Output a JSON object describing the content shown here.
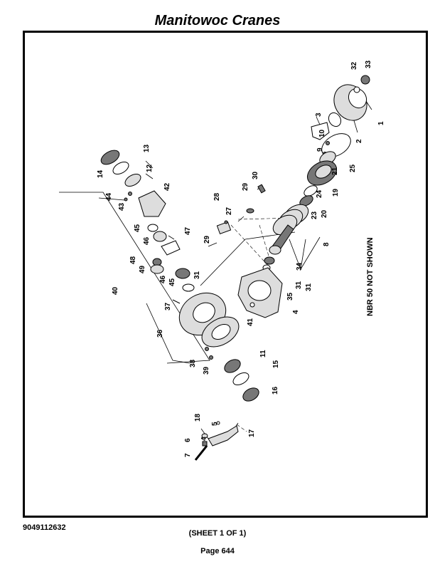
{
  "header": {
    "title": "Manitowoc Cranes"
  },
  "footer": {
    "doc_number": "9049112632",
    "sheet": "(SHEET 1 OF 1)",
    "page": "Page 644"
  },
  "diagram": {
    "note": "NBR  50  NOT SHOWN",
    "callouts": [
      "1",
      "2",
      "3",
      "4",
      "4",
      "5",
      "6",
      "7",
      "8",
      "9",
      "10",
      "11",
      "12",
      "13",
      "14",
      "15",
      "16",
      "17",
      "18",
      "19",
      "20",
      "21",
      "23",
      "24",
      "25",
      "27",
      "28",
      "29",
      "29",
      "30",
      "31",
      "31",
      "31",
      "32",
      "33",
      "34",
      "35",
      "36",
      "37",
      "38",
      "39",
      "40",
      "41",
      "42",
      "43",
      "44",
      "45",
      "45",
      "46",
      "46",
      "47",
      "48",
      "49"
    ]
  }
}
